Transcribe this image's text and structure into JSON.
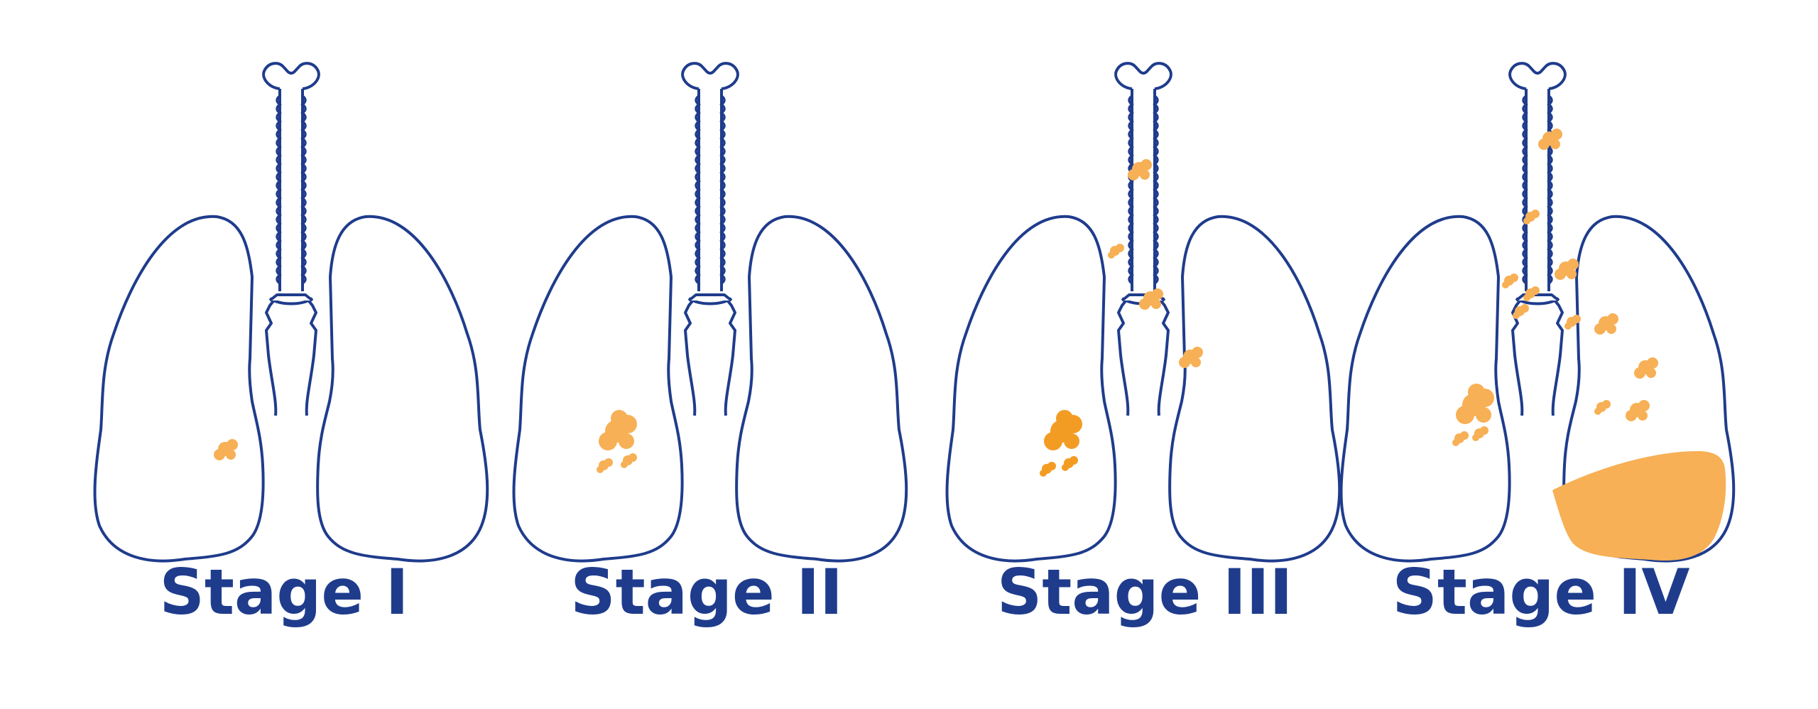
{
  "colors": {
    "outline": "#1f3c8c",
    "tumor": "#f7b055",
    "tumor_dark": "#f39c24",
    "label": "#1f3c8c",
    "background": "#ffffff"
  },
  "stages": [
    {
      "label": "Stage I"
    },
    {
      "label": "Stage II"
    },
    {
      "label": "Stage III"
    },
    {
      "label": "Stage IV"
    }
  ]
}
